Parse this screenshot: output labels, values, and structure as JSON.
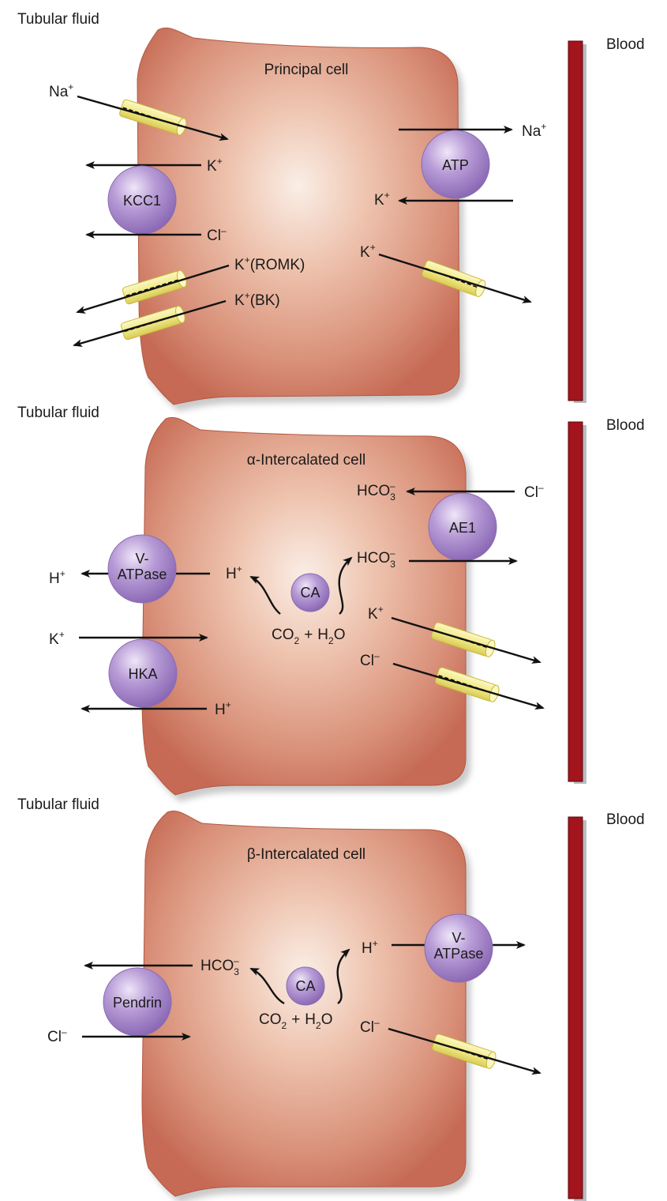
{
  "panels": [
    {
      "side_left": "Tubular fluid",
      "side_right": "Blood",
      "title": "Principal cell",
      "transporters": {
        "kcc1": "KCC1",
        "atp": "ATP"
      },
      "ions": {
        "na_apical": "Na",
        "k_kcc1": "K",
        "cl_kcc1": "Cl",
        "k_romk": "K",
        "romk_tag": "(ROMK)",
        "k_bk": "K",
        "bk_tag": "(BK)",
        "na_basal": "Na",
        "k_basal_pump": "K",
        "k_basal_channel": "K"
      },
      "charges": {
        "plus": "+",
        "minus": "–"
      }
    },
    {
      "side_left": "Tubular fluid",
      "side_right": "Blood",
      "title": "α-Intercalated cell",
      "transporters": {
        "vatpase_line1": "V-",
        "vatpase_line2": "ATPase",
        "hka": "HKA",
        "ae1": "AE1",
        "ca": "CA"
      },
      "ions": {
        "h_out": "H",
        "h_in": "H",
        "k_in": "K",
        "h_hka": "H",
        "hco3_ae1": "HCO",
        "cl_ae1": "Cl",
        "hco3_basal": "HCO",
        "k_basal": "K",
        "cl_basal": "Cl",
        "co2": "CO",
        "h2o": "H",
        "h2o_o": "O",
        "plus_sign": "+"
      },
      "charges": {
        "plus": "+",
        "minus": "–",
        "three": "3",
        "two": "2"
      }
    },
    {
      "side_left": "Tubular fluid",
      "side_right": "Blood",
      "title": "β-Intercalated cell",
      "transporters": {
        "pendrin": "Pendrin",
        "vatpase_line1": "V-",
        "vatpase_line2": "ATPase",
        "ca": "CA"
      },
      "ions": {
        "hco3_out": "HCO",
        "cl_in": "Cl",
        "h_basal": "H",
        "cl_basal": "Cl",
        "co2": "CO",
        "h2o": "H",
        "h2o_o": "O",
        "plus_sign": "+"
      },
      "charges": {
        "plus": "+",
        "minus": "–",
        "three": "3",
        "two": "2"
      }
    }
  ],
  "colors": {
    "cell_edge": "#c96a52",
    "cell_center": "#f7e6dc",
    "blood_vessel": "#a3141c",
    "transporter_purple": "#a98ccc",
    "channel_yellow": "#f3ed8a"
  }
}
